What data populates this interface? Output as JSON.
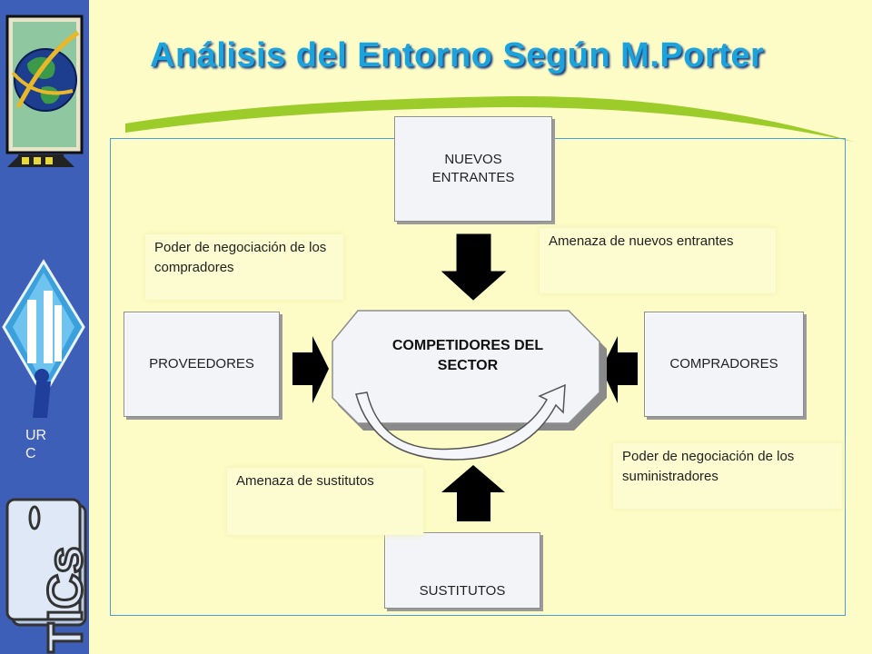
{
  "title": "Análisis del Entorno Según M.Porter",
  "side_label": "UR\nC",
  "logo_bottom_text": "TICs",
  "boxes": {
    "nuevos_entrantes": "NUEVOS\nENTRANTES",
    "proveedores": "PROVEEDORES",
    "competidores": "COMPETIDORES DEL\nSECTOR",
    "compradores": "COMPRADORES",
    "sustitutos": "SUSTITUTOS"
  },
  "notes": {
    "poder_compradores": "Poder de negociación de los compradores",
    "amenaza_nuevos": "Amenaza de nuevos entrantes",
    "amenaza_sustitutos": "Amenaza de sustitutos",
    "poder_suministradores": "Poder de negociación de los suministradores"
  },
  "colors": {
    "background": "#fdfcc6",
    "sidebar": "#3d5fb8",
    "title": "#1aa3dc",
    "frame": "#4a9fd8",
    "swoosh": "#9ccc2a"
  }
}
